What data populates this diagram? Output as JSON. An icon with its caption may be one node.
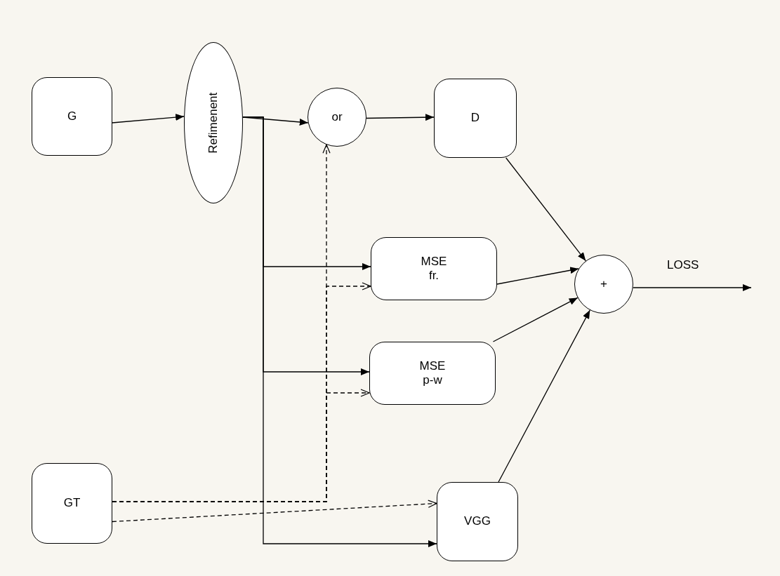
{
  "diagram": {
    "nodes": [
      {
        "text": [
          "G"
        ]
      },
      {
        "text": [
          "Refimenent"
        ]
      },
      {
        "text": [
          "or"
        ]
      },
      {
        "text": [
          "D"
        ]
      },
      {
        "text": [
          "MSE fr."
        ]
      },
      {
        "text": [
          "MSE p-w"
        ]
      },
      {
        "text": [
          "+"
        ]
      },
      {
        "text": [
          "GT"
        ]
      },
      {
        "text": [
          "VGG"
        ]
      }
    ],
    "edges": [
      {
        "from": 0,
        "to": 1,
        "arrow": "to"
      },
      {
        "from": 1,
        "to": 2,
        "arrow": "to"
      },
      {
        "from": 1,
        "to": 4,
        "arrow": "to"
      },
      {
        "from": 1,
        "to": 5,
        "arrow": "to"
      },
      {
        "from": 1,
        "to": 8,
        "arrow": "to"
      },
      {
        "from": 2,
        "to": 3,
        "arrow": "to"
      },
      {
        "from": 3,
        "to": 6,
        "arrow": "to"
      },
      {
        "from": 4,
        "to": 6,
        "arrow": "to"
      },
      {
        "from": 5,
        "to": 6,
        "arrow": "to"
      },
      {
        "from": 8,
        "to": 6,
        "arrow": "to"
      },
      {
        "from": 6,
        "to": null,
        "arrow": "to",
        "label": "LOSS"
      },
      {
        "from": 7,
        "to": 8,
        "arrow": "to",
        "style": "dashed"
      },
      {
        "from": 7,
        "to": 2,
        "arrow": "to",
        "style": "dashed"
      },
      {
        "from": 7,
        "to": 4,
        "arrow": "to",
        "style": "dashed"
      },
      {
        "from": 7,
        "to": 5,
        "arrow": "to",
        "style": "dashed"
      }
    ]
  }
}
